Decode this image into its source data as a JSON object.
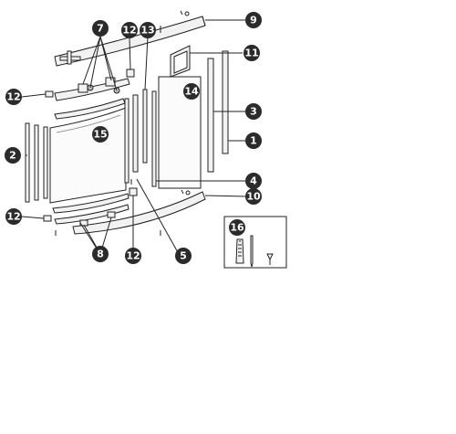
{
  "diagram": {
    "colors": {
      "badge_fill": "#2b2b2b",
      "badge_text": "#ffffff",
      "line": "#222222",
      "part_fill": "#f2f2f2",
      "shade": "#bdbdbd"
    },
    "part_numbers": {
      "p1": "1",
      "p2": "2",
      "p3": "3",
      "p4": "4",
      "p5": "5",
      "p7": "7",
      "p8": "8",
      "p9": "9",
      "p10": "10",
      "p11": "11",
      "p12_top": "12",
      "p12_left": "12",
      "p12_bottom_left": "12",
      "p12_bottom": "12",
      "p13": "13",
      "p14": "14",
      "p15": "15",
      "p16": "16"
    }
  }
}
